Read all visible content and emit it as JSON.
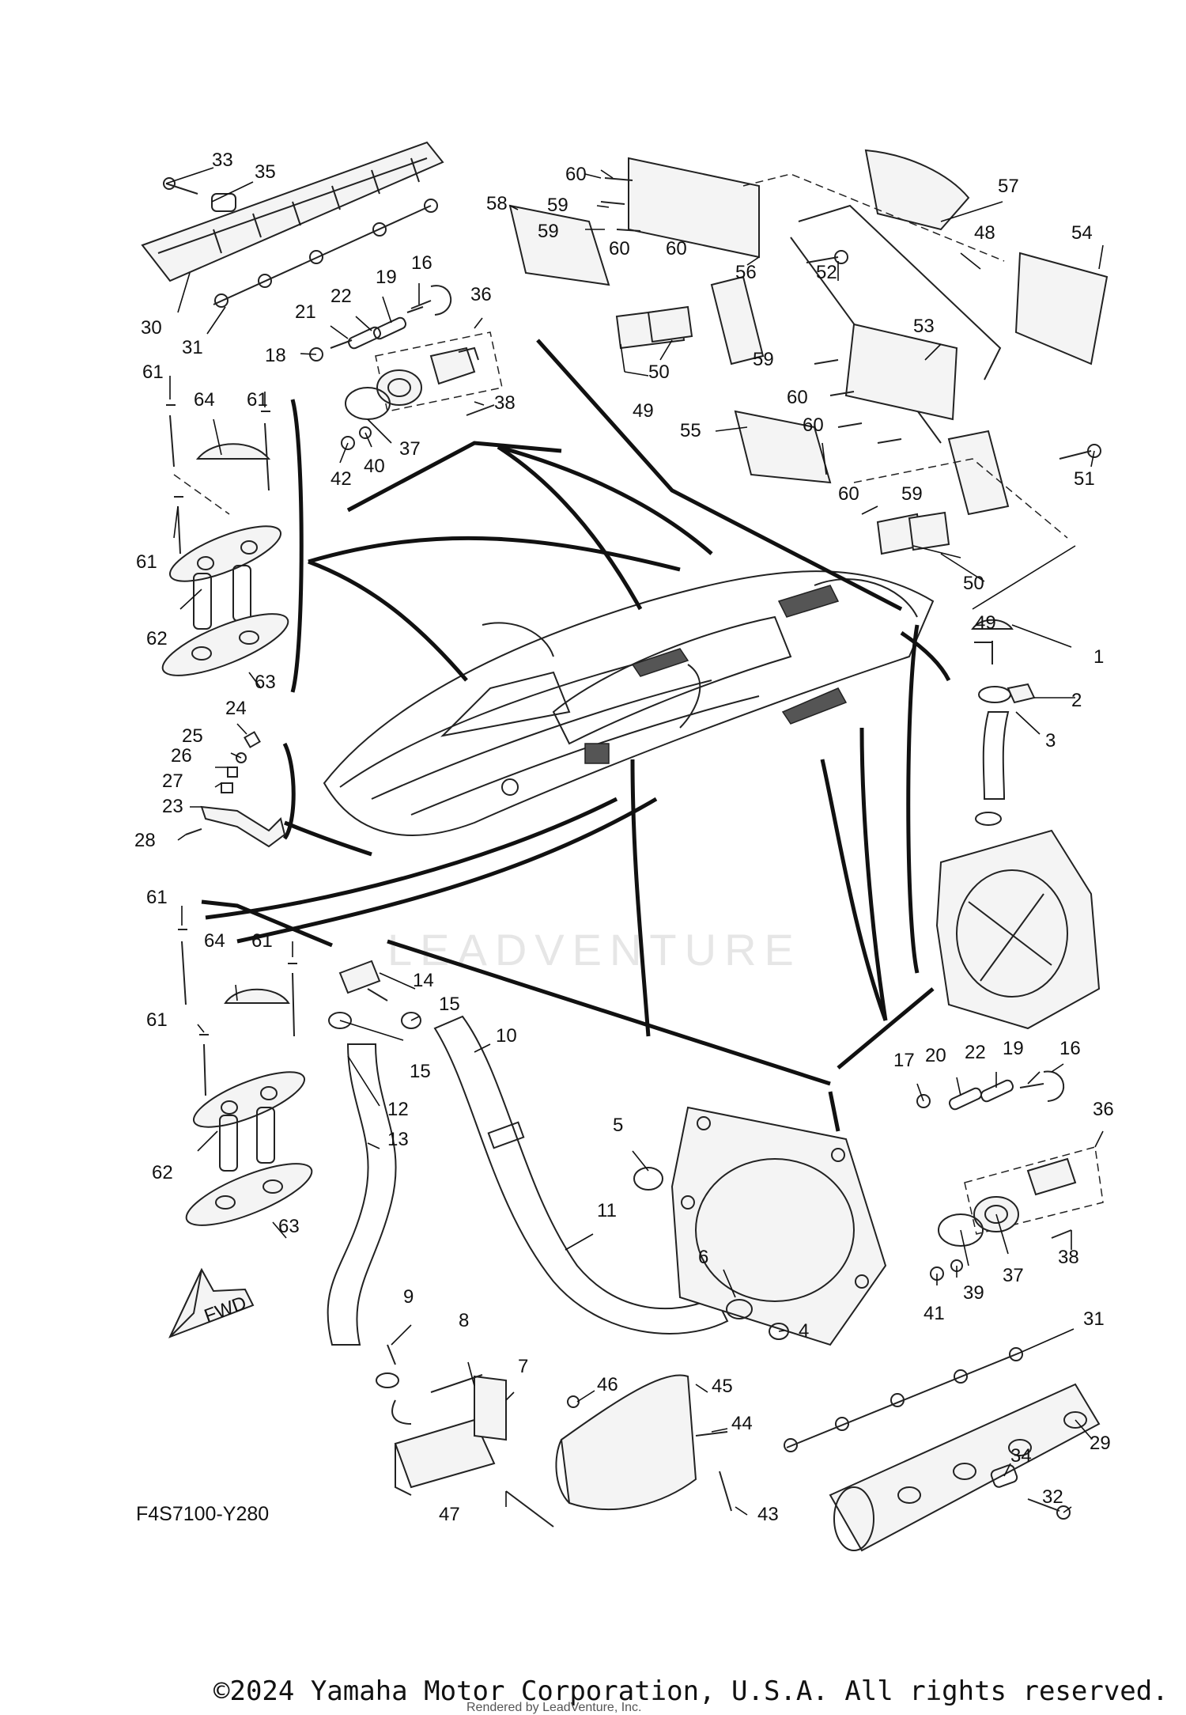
{
  "diagram_code": "F4S7100-Y280",
  "fwd_label": "FWD",
  "watermark": "LEADVENTURE",
  "copyright": "©2024 Yamaha Motor Corporation, U.S.A. All rights reserved.",
  "rendered_by": "Rendered by LeadVenture, Inc.",
  "callouts": [
    {
      "id": "c1",
      "text": "1"
    },
    {
      "id": "c2",
      "text": "2"
    },
    {
      "id": "c3",
      "text": "3"
    },
    {
      "id": "c4",
      "text": "4"
    },
    {
      "id": "c5",
      "text": "5"
    },
    {
      "id": "c6",
      "text": "6"
    },
    {
      "id": "c7",
      "text": "7"
    },
    {
      "id": "c8",
      "text": "8"
    },
    {
      "id": "c9",
      "text": "9"
    },
    {
      "id": "c10",
      "text": "10"
    },
    {
      "id": "c11",
      "text": "11"
    },
    {
      "id": "c12",
      "text": "12"
    },
    {
      "id": "c13",
      "text": "13"
    },
    {
      "id": "c14",
      "text": "14"
    },
    {
      "id": "c15a",
      "text": "15"
    },
    {
      "id": "c15b",
      "text": "15"
    },
    {
      "id": "c16a",
      "text": "16"
    },
    {
      "id": "c16b",
      "text": "16"
    },
    {
      "id": "c17",
      "text": "17"
    },
    {
      "id": "c18",
      "text": "18"
    },
    {
      "id": "c19a",
      "text": "19"
    },
    {
      "id": "c19b",
      "text": "19"
    },
    {
      "id": "c20",
      "text": "20"
    },
    {
      "id": "c21",
      "text": "21"
    },
    {
      "id": "c22a",
      "text": "22"
    },
    {
      "id": "c22b",
      "text": "22"
    },
    {
      "id": "c23",
      "text": "23"
    },
    {
      "id": "c24",
      "text": "24"
    },
    {
      "id": "c25",
      "text": "25"
    },
    {
      "id": "c26",
      "text": "26"
    },
    {
      "id": "c27",
      "text": "27"
    },
    {
      "id": "c28",
      "text": "28"
    },
    {
      "id": "c29",
      "text": "29"
    },
    {
      "id": "c30",
      "text": "30"
    },
    {
      "id": "c31a",
      "text": "31"
    },
    {
      "id": "c31b",
      "text": "31"
    },
    {
      "id": "c32",
      "text": "32"
    },
    {
      "id": "c33",
      "text": "33"
    },
    {
      "id": "c34",
      "text": "34"
    },
    {
      "id": "c35",
      "text": "35"
    },
    {
      "id": "c36a",
      "text": "36"
    },
    {
      "id": "c36b",
      "text": "36"
    },
    {
      "id": "c37a",
      "text": "37"
    },
    {
      "id": "c37b",
      "text": "37"
    },
    {
      "id": "c38a",
      "text": "38"
    },
    {
      "id": "c38b",
      "text": "38"
    },
    {
      "id": "c39",
      "text": "39"
    },
    {
      "id": "c40",
      "text": "40"
    },
    {
      "id": "c41",
      "text": "41"
    },
    {
      "id": "c42",
      "text": "42"
    },
    {
      "id": "c43",
      "text": "43"
    },
    {
      "id": "c44",
      "text": "44"
    },
    {
      "id": "c45",
      "text": "45"
    },
    {
      "id": "c46",
      "text": "46"
    },
    {
      "id": "c47",
      "text": "47"
    },
    {
      "id": "c48",
      "text": "48"
    },
    {
      "id": "c49a",
      "text": "49"
    },
    {
      "id": "c49b",
      "text": "49"
    },
    {
      "id": "c50a",
      "text": "50"
    },
    {
      "id": "c50b",
      "text": "50"
    },
    {
      "id": "c51",
      "text": "51"
    },
    {
      "id": "c52",
      "text": "52"
    },
    {
      "id": "c53",
      "text": "53"
    },
    {
      "id": "c54",
      "text": "54"
    },
    {
      "id": "c55",
      "text": "55"
    },
    {
      "id": "c56",
      "text": "56"
    },
    {
      "id": "c57",
      "text": "57"
    },
    {
      "id": "c58",
      "text": "58"
    },
    {
      "id": "c59a",
      "text": "59"
    },
    {
      "id": "c59b",
      "text": "59"
    },
    {
      "id": "c59c",
      "text": "59"
    },
    {
      "id": "c59d",
      "text": "59"
    },
    {
      "id": "c60a",
      "text": "60"
    },
    {
      "id": "c60b",
      "text": "60"
    },
    {
      "id": "c60c",
      "text": "60"
    },
    {
      "id": "c60d",
      "text": "60"
    },
    {
      "id": "c60e",
      "text": "60"
    },
    {
      "id": "c60f",
      "text": "60"
    },
    {
      "id": "c61a",
      "text": "61"
    },
    {
      "id": "c61b",
      "text": "61"
    },
    {
      "id": "c61c",
      "text": "61"
    },
    {
      "id": "c61d",
      "text": "61"
    },
    {
      "id": "c61e",
      "text": "61"
    },
    {
      "id": "c61f",
      "text": "61"
    },
    {
      "id": "c62a",
      "text": "62"
    },
    {
      "id": "c62b",
      "text": "62"
    },
    {
      "id": "c63a",
      "text": "63"
    },
    {
      "id": "c63b",
      "text": "63"
    },
    {
      "id": "c64a",
      "text": "64"
    },
    {
      "id": "c64b",
      "text": "64"
    }
  ]
}
